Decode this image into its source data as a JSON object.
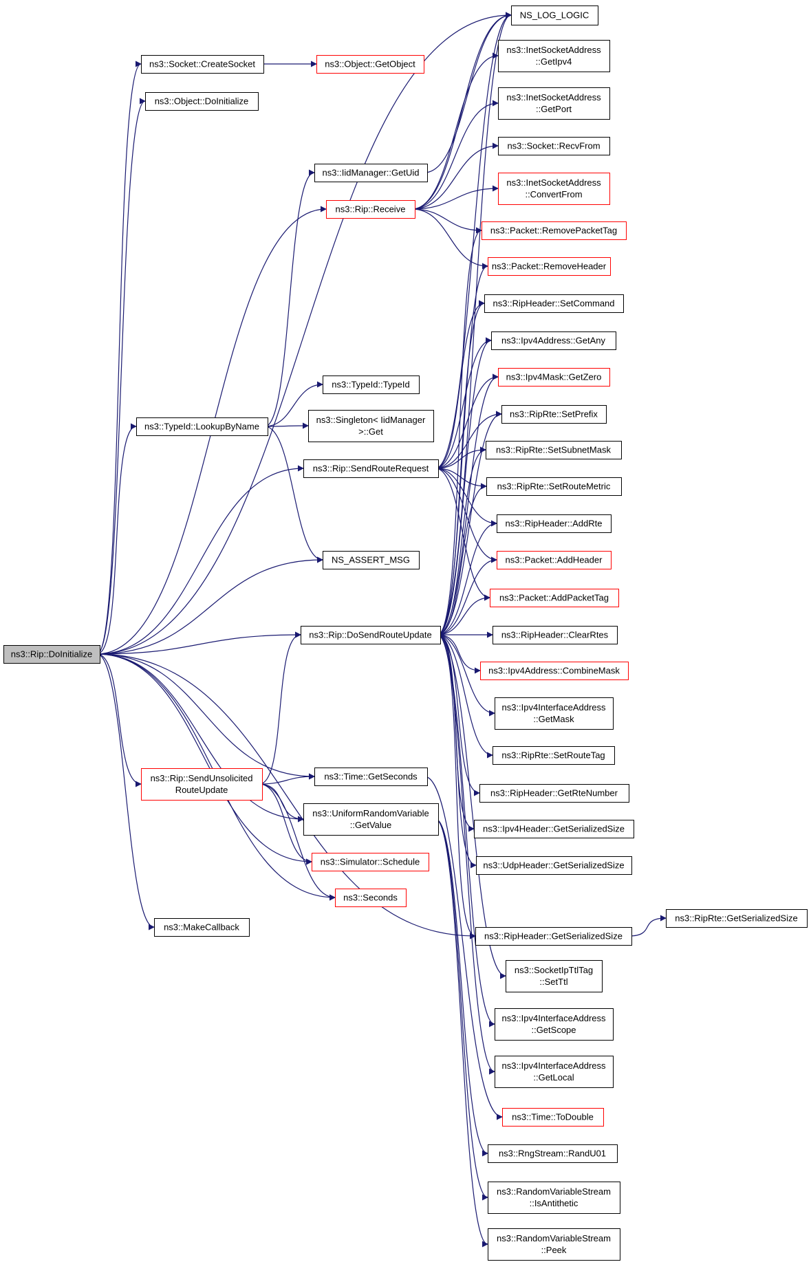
{
  "colors": {
    "edge": "#191970",
    "node_border_black": "#000000",
    "node_border_red": "#ff0000",
    "root_fill": "#bfbfbf",
    "node_fill": "#ffffff"
  },
  "nodes": [
    {
      "id": "root",
      "lines": [
        "ns3::Rip::DoInitialize"
      ],
      "style": "root"
    },
    {
      "id": "createSocket",
      "lines": [
        "ns3::Socket::CreateSocket"
      ],
      "style": "black"
    },
    {
      "id": "getObject",
      "lines": [
        "ns3::Object::GetObject"
      ],
      "style": "red"
    },
    {
      "id": "objDoInit",
      "lines": [
        "ns3::Object::DoInitialize"
      ],
      "style": "black"
    },
    {
      "id": "nsLogLogic",
      "lines": [
        "NS_LOG_LOGIC"
      ],
      "style": "black"
    },
    {
      "id": "inetGetIpv4",
      "lines": [
        "ns3::InetSocketAddress",
        "::GetIpv4"
      ],
      "style": "black"
    },
    {
      "id": "inetGetPort",
      "lines": [
        "ns3::InetSocketAddress",
        "::GetPort"
      ],
      "style": "black"
    },
    {
      "id": "recvFrom",
      "lines": [
        "ns3::Socket::RecvFrom"
      ],
      "style": "black"
    },
    {
      "id": "inetConvertFrom",
      "lines": [
        "ns3::InetSocketAddress",
        "::ConvertFrom"
      ],
      "style": "red"
    },
    {
      "id": "iidGetUid",
      "lines": [
        "ns3::IidManager::GetUid"
      ],
      "style": "black"
    },
    {
      "id": "ripReceive",
      "lines": [
        "ns3::Rip::Receive"
      ],
      "style": "red"
    },
    {
      "id": "removePacketTag",
      "lines": [
        "ns3::Packet::RemovePacketTag"
      ],
      "style": "red"
    },
    {
      "id": "removeHeader",
      "lines": [
        "ns3::Packet::RemoveHeader"
      ],
      "style": "red"
    },
    {
      "id": "setCommand",
      "lines": [
        "ns3::RipHeader::SetCommand"
      ],
      "style": "black"
    },
    {
      "id": "ipv4GetAny",
      "lines": [
        "ns3::Ipv4Address::GetAny"
      ],
      "style": "black"
    },
    {
      "id": "maskGetZero",
      "lines": [
        "ns3::Ipv4Mask::GetZero"
      ],
      "style": "red"
    },
    {
      "id": "setPrefix",
      "lines": [
        "ns3::RipRte::SetPrefix"
      ],
      "style": "black"
    },
    {
      "id": "typeIdTypeId",
      "lines": [
        "ns3::TypeId::TypeId"
      ],
      "style": "black"
    },
    {
      "id": "lookupByName",
      "lines": [
        "ns3::TypeId::LookupByName"
      ],
      "style": "black"
    },
    {
      "id": "singletonGet",
      "lines": [
        "ns3::Singleton< IidManager",
        ">::Get"
      ],
      "style": "black"
    },
    {
      "id": "setSubnetMask",
      "lines": [
        "ns3::RipRte::SetSubnetMask"
      ],
      "style": "black"
    },
    {
      "id": "sendRouteRequest",
      "lines": [
        "ns3::Rip::SendRouteRequest"
      ],
      "style": "black"
    },
    {
      "id": "setRouteMetric",
      "lines": [
        "ns3::RipRte::SetRouteMetric"
      ],
      "style": "black"
    },
    {
      "id": "addRte",
      "lines": [
        "ns3::RipHeader::AddRte"
      ],
      "style": "black"
    },
    {
      "id": "nsAssertMsg",
      "lines": [
        "NS_ASSERT_MSG"
      ],
      "style": "black"
    },
    {
      "id": "addHeader",
      "lines": [
        "ns3::Packet::AddHeader"
      ],
      "style": "red"
    },
    {
      "id": "addPacketTag",
      "lines": [
        "ns3::Packet::AddPacketTag"
      ],
      "style": "red"
    },
    {
      "id": "doSendRouteUpdate",
      "lines": [
        "ns3::Rip::DoSendRouteUpdate"
      ],
      "style": "black"
    },
    {
      "id": "clearRtes",
      "lines": [
        "ns3::RipHeader::ClearRtes"
      ],
      "style": "black"
    },
    {
      "id": "combineMask",
      "lines": [
        "ns3::Ipv4Address::CombineMask"
      ],
      "style": "red"
    },
    {
      "id": "ifGetMask",
      "lines": [
        "ns3::Ipv4InterfaceAddress",
        "::GetMask"
      ],
      "style": "black"
    },
    {
      "id": "setRouteTag",
      "lines": [
        "ns3::RipRte::SetRouteTag"
      ],
      "style": "black"
    },
    {
      "id": "sendUnsolicited",
      "lines": [
        "ns3::Rip::SendUnsolicited",
        "RouteUpdate"
      ],
      "style": "red"
    },
    {
      "id": "timeGetSeconds",
      "lines": [
        "ns3::Time::GetSeconds"
      ],
      "style": "black"
    },
    {
      "id": "getRteNumber",
      "lines": [
        "ns3::RipHeader::GetRteNumber"
      ],
      "style": "black"
    },
    {
      "id": "uniformGetValue",
      "lines": [
        "ns3::UniformRandomVariable",
        "::GetValue"
      ],
      "style": "black"
    },
    {
      "id": "ipv4HeaderSize",
      "lines": [
        "ns3::Ipv4Header::GetSerializedSize"
      ],
      "style": "black"
    },
    {
      "id": "udpHeaderSize",
      "lines": [
        "ns3::UdpHeader::GetSerializedSize"
      ],
      "style": "black"
    },
    {
      "id": "simSchedule",
      "lines": [
        "ns3::Simulator::Schedule"
      ],
      "style": "red"
    },
    {
      "id": "seconds",
      "lines": [
        "ns3::Seconds"
      ],
      "style": "red"
    },
    {
      "id": "ripRteSize",
      "lines": [
        "ns3::RipRte::GetSerializedSize"
      ],
      "style": "black"
    },
    {
      "id": "makeCallback",
      "lines": [
        "ns3::MakeCallback"
      ],
      "style": "black"
    },
    {
      "id": "ripHeaderSize",
      "lines": [
        "ns3::RipHeader::GetSerializedSize"
      ],
      "style": "black"
    },
    {
      "id": "setTtl",
      "lines": [
        "ns3::SocketIpTtlTag",
        "::SetTtl"
      ],
      "style": "black"
    },
    {
      "id": "ifGetScope",
      "lines": [
        "ns3::Ipv4InterfaceAddress",
        "::GetScope"
      ],
      "style": "black"
    },
    {
      "id": "ifGetLocal",
      "lines": [
        "ns3::Ipv4InterfaceAddress",
        "::GetLocal"
      ],
      "style": "black"
    },
    {
      "id": "toDouble",
      "lines": [
        "ns3::Time::ToDouble"
      ],
      "style": "red"
    },
    {
      "id": "randU01",
      "lines": [
        "ns3::RngStream::RandU01"
      ],
      "style": "black"
    },
    {
      "id": "isAntithetic",
      "lines": [
        "ns3::RandomVariableStream",
        "::IsAntithetic"
      ],
      "style": "black"
    },
    {
      "id": "peek",
      "lines": [
        "ns3::RandomVariableStream",
        "::Peek"
      ],
      "style": "black"
    }
  ],
  "edges": [
    [
      "root",
      "createSocket"
    ],
    [
      "root",
      "objDoInit"
    ],
    [
      "root",
      "nsLogLogic"
    ],
    [
      "root",
      "ripReceive"
    ],
    [
      "root",
      "lookupByName"
    ],
    [
      "root",
      "sendRouteRequest"
    ],
    [
      "root",
      "nsAssertMsg"
    ],
    [
      "root",
      "doSendRouteUpdate"
    ],
    [
      "root",
      "sendUnsolicited"
    ],
    [
      "root",
      "timeGetSeconds"
    ],
    [
      "root",
      "uniformGetValue"
    ],
    [
      "root",
      "simSchedule"
    ],
    [
      "root",
      "seconds"
    ],
    [
      "root",
      "makeCallback"
    ],
    [
      "root",
      "ripHeaderSize"
    ],
    [
      "createSocket",
      "getObject"
    ],
    [
      "iidGetUid",
      "nsLogLogic"
    ],
    [
      "ripReceive",
      "nsLogLogic"
    ],
    [
      "ripReceive",
      "inetGetIpv4"
    ],
    [
      "ripReceive",
      "inetGetPort"
    ],
    [
      "ripReceive",
      "recvFrom"
    ],
    [
      "ripReceive",
      "inetConvertFrom"
    ],
    [
      "ripReceive",
      "removePacketTag"
    ],
    [
      "ripReceive",
      "removeHeader"
    ],
    [
      "lookupByName",
      "iidGetUid"
    ],
    [
      "lookupByName",
      "typeIdTypeId"
    ],
    [
      "lookupByName",
      "singletonGet"
    ],
    [
      "lookupByName",
      "nsAssertMsg"
    ],
    [
      "sendRouteRequest",
      "nsLogLogic"
    ],
    [
      "sendRouteRequest",
      "setCommand"
    ],
    [
      "sendRouteRequest",
      "ipv4GetAny"
    ],
    [
      "sendRouteRequest",
      "maskGetZero"
    ],
    [
      "sendRouteRequest",
      "setPrefix"
    ],
    [
      "sendRouteRequest",
      "setSubnetMask"
    ],
    [
      "sendRouteRequest",
      "setRouteMetric"
    ],
    [
      "sendRouteRequest",
      "addRte"
    ],
    [
      "sendRouteRequest",
      "addHeader"
    ],
    [
      "sendRouteRequest",
      "addPacketTag"
    ],
    [
      "doSendRouteUpdate",
      "nsLogLogic"
    ],
    [
      "doSendRouteUpdate",
      "removePacketTag"
    ],
    [
      "doSendRouteUpdate",
      "removeHeader"
    ],
    [
      "doSendRouteUpdate",
      "setCommand"
    ],
    [
      "doSendRouteUpdate",
      "ipv4GetAny"
    ],
    [
      "doSendRouteUpdate",
      "maskGetZero"
    ],
    [
      "doSendRouteUpdate",
      "setPrefix"
    ],
    [
      "doSendRouteUpdate",
      "setSubnetMask"
    ],
    [
      "doSendRouteUpdate",
      "setRouteMetric"
    ],
    [
      "doSendRouteUpdate",
      "addRte"
    ],
    [
      "doSendRouteUpdate",
      "addHeader"
    ],
    [
      "doSendRouteUpdate",
      "addPacketTag"
    ],
    [
      "doSendRouteUpdate",
      "clearRtes"
    ],
    [
      "doSendRouteUpdate",
      "combineMask"
    ],
    [
      "doSendRouteUpdate",
      "ifGetMask"
    ],
    [
      "doSendRouteUpdate",
      "setRouteTag"
    ],
    [
      "doSendRouteUpdate",
      "getRteNumber"
    ],
    [
      "doSendRouteUpdate",
      "ipv4HeaderSize"
    ],
    [
      "doSendRouteUpdate",
      "udpHeaderSize"
    ],
    [
      "doSendRouteUpdate",
      "ripHeaderSize"
    ],
    [
      "doSendRouteUpdate",
      "setTtl"
    ],
    [
      "doSendRouteUpdate",
      "ifGetScope"
    ],
    [
      "doSendRouteUpdate",
      "ifGetLocal"
    ],
    [
      "sendUnsolicited",
      "doSendRouteUpdate"
    ],
    [
      "sendUnsolicited",
      "timeGetSeconds"
    ],
    [
      "sendUnsolicited",
      "uniformGetValue"
    ],
    [
      "sendUnsolicited",
      "simSchedule"
    ],
    [
      "sendUnsolicited",
      "seconds"
    ],
    [
      "timeGetSeconds",
      "toDouble"
    ],
    [
      "uniformGetValue",
      "randU01"
    ],
    [
      "uniformGetValue",
      "isAntithetic"
    ],
    [
      "uniformGetValue",
      "peek"
    ],
    [
      "ripHeaderSize",
      "ripRteSize"
    ]
  ]
}
